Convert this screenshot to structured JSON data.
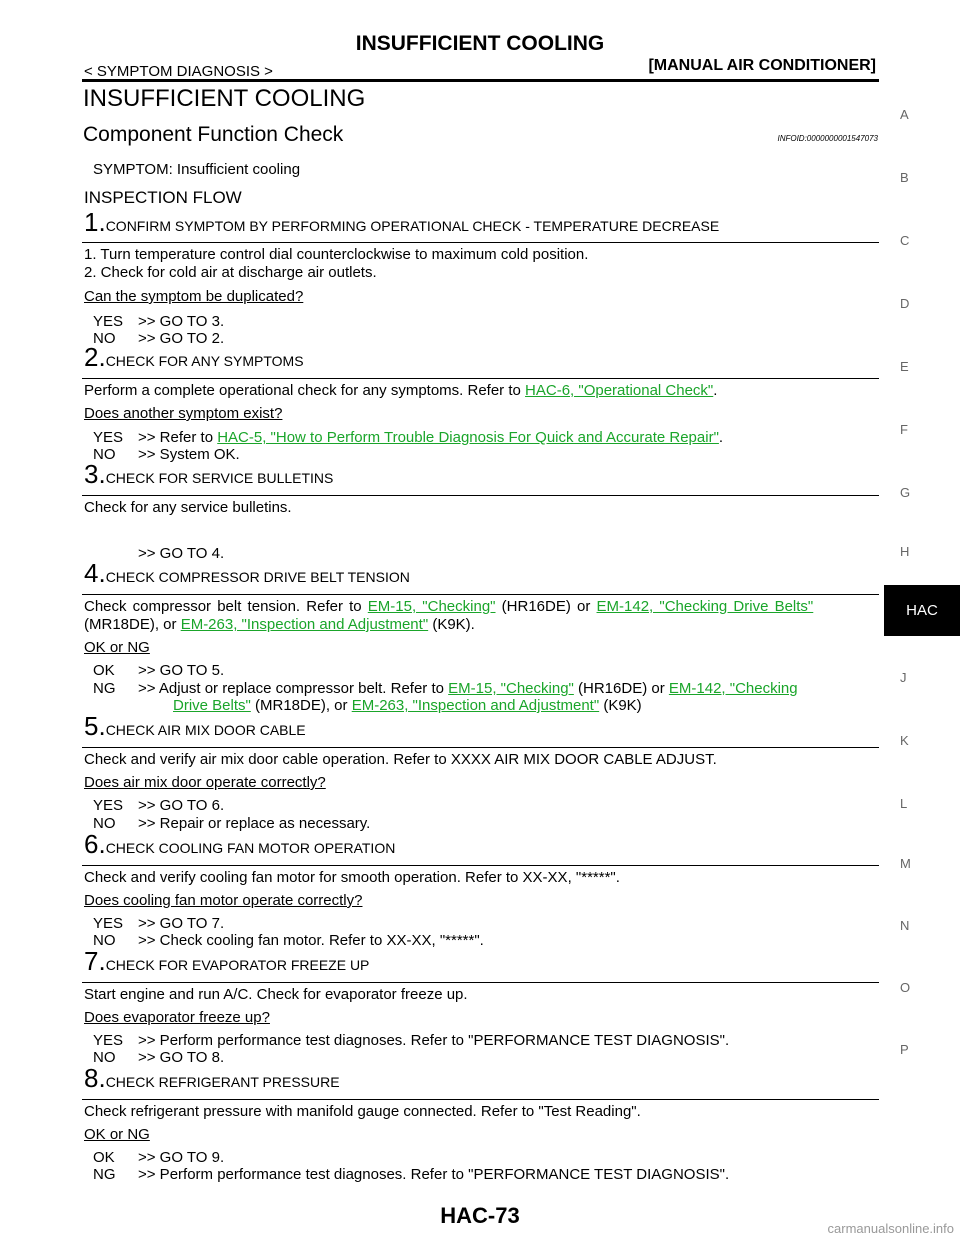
{
  "header": {
    "title": "INSUFFICIENT COOLING",
    "left": "< SYMPTOM DIAGNOSIS >",
    "right": "[MANUAL AIR CONDITIONER]"
  },
  "section_title": "INSUFFICIENT COOLING",
  "subsection_title": "Component Function Check",
  "infoid": "INFOID:0000000001547073",
  "symptom": "SYMPTOM: Insufficient cooling",
  "inspection_flow": "INSPECTION FLOW",
  "steps": [
    {
      "num": "1.",
      "title": "CONFIRM SYMPTOM BY PERFORMING OPERATIONAL CHECK - TEMPERATURE DECREASE",
      "line1": "1. Turn temperature control dial counterclockwise to maximum cold position.",
      "line2": "2. Check for cold air at discharge air outlets.",
      "question": "Can the symptom be duplicated?",
      "a1_label": "YES",
      "a1_text": ">> GO TO 3.",
      "a2_label": "NO",
      "a2_text": ">> GO TO 2."
    },
    {
      "num": "2.",
      "title": "CHECK FOR ANY SYMPTOMS",
      "line1_pre": "Perform a complete operational check for any symptoms. Refer to ",
      "line1_link": "HAC-6, \"Operational Check\"",
      "line1_post": ".",
      "question": "Does another symptom exist?",
      "a1_label": "YES",
      "a1_pre": ">> Refer to ",
      "a1_link": "HAC-5, \"How to Perform Trouble Diagnosis For Quick and Accurate Repair\"",
      "a1_post": ".",
      "a2_label": "NO",
      "a2_text": ">> System OK."
    },
    {
      "num": "3.",
      "title": "CHECK FOR SERVICE BULLETINS",
      "line1": "Check for any service bulletins.",
      "a1_text": ">> GO TO 4."
    },
    {
      "num": "4.",
      "title": "CHECK COMPRESSOR DRIVE BELT TENSION",
      "line1_pre": "Check compressor belt tension. Refer to ",
      "link1": "EM-15, \"Checking\"",
      "mid1": " (HR16DE) or ",
      "link2": "EM-142, \"Checking Drive Belts\"",
      "line2_pre": "(MR18DE), or ",
      "link3": "EM-263, \"Inspection and Adjustment\"",
      "line2_post": " (K9K).",
      "question": "OK or NG",
      "a1_label": "OK",
      "a1_text": ">> GO TO 5.",
      "a2_label": "NG",
      "a2_pre": ">> Adjust or replace compressor belt. Refer to ",
      "a2_link1": "EM-15, \"Checking\"",
      "a2_mid": " (HR16DE) or ",
      "a2_link2": "EM-142, \"Checking",
      "a2_link2b": "Drive Belts\"",
      "a2_mid2": " (MR18DE), or ",
      "a2_link3": "EM-263, \"Inspection and Adjustment\"",
      "a2_post": " (K9K)"
    },
    {
      "num": "5.",
      "title": "CHECK AIR MIX DOOR CABLE",
      "line1": "Check and verify air mix door cable operation. Refer to XXXX AIR MIX DOOR CABLE ADJUST.",
      "question": "Does air mix door operate correctly?",
      "a1_label": "YES",
      "a1_text": ">> GO TO 6.",
      "a2_label": "NO",
      "a2_text": ">> Repair or replace as necessary."
    },
    {
      "num": "6.",
      "title": "CHECK COOLING FAN MOTOR OPERATION",
      "line1": "Check and verify cooling fan motor for smooth operation. Refer to XX-XX, \"*****\".",
      "question": "Does cooling fan motor operate correctly?",
      "a1_label": "YES",
      "a1_text": ">> GO TO 7.",
      "a2_label": "NO",
      "a2_text": ">> Check cooling fan motor. Refer to XX-XX, \"*****\"."
    },
    {
      "num": "7.",
      "title": "CHECK FOR EVAPORATOR FREEZE UP",
      "line1": "Start engine and run A/C. Check for evaporator freeze up.",
      "question": "Does evaporator freeze up?",
      "a1_label": "YES",
      "a1_text": ">> Perform performance test diagnoses. Refer to \"PERFORMANCE TEST DIAGNOSIS\".",
      "a2_label": "NO",
      "a2_text": ">> GO TO 8."
    },
    {
      "num": "8.",
      "title": "CHECK REFRIGERANT PRESSURE",
      "line1": "Check refrigerant pressure with manifold gauge connected. Refer to \"Test Reading\".",
      "question": "OK or NG",
      "a1_label": "OK",
      "a1_text": ">> GO TO 9.",
      "a2_label": "NG",
      "a2_text": ">> Perform performance test diagnoses. Refer to \"PERFORMANCE TEST DIAGNOSIS\"."
    }
  ],
  "sidebar": [
    "A",
    "B",
    "C",
    "D",
    "E",
    "F",
    "G",
    "H",
    "HAC",
    "J",
    "K",
    "L",
    "M",
    "N",
    "O",
    "P"
  ],
  "footer": "HAC-73",
  "watermark": "carmanualsonline.info",
  "colors": {
    "link": "#1aa52a",
    "tab_bg": "#000000"
  }
}
